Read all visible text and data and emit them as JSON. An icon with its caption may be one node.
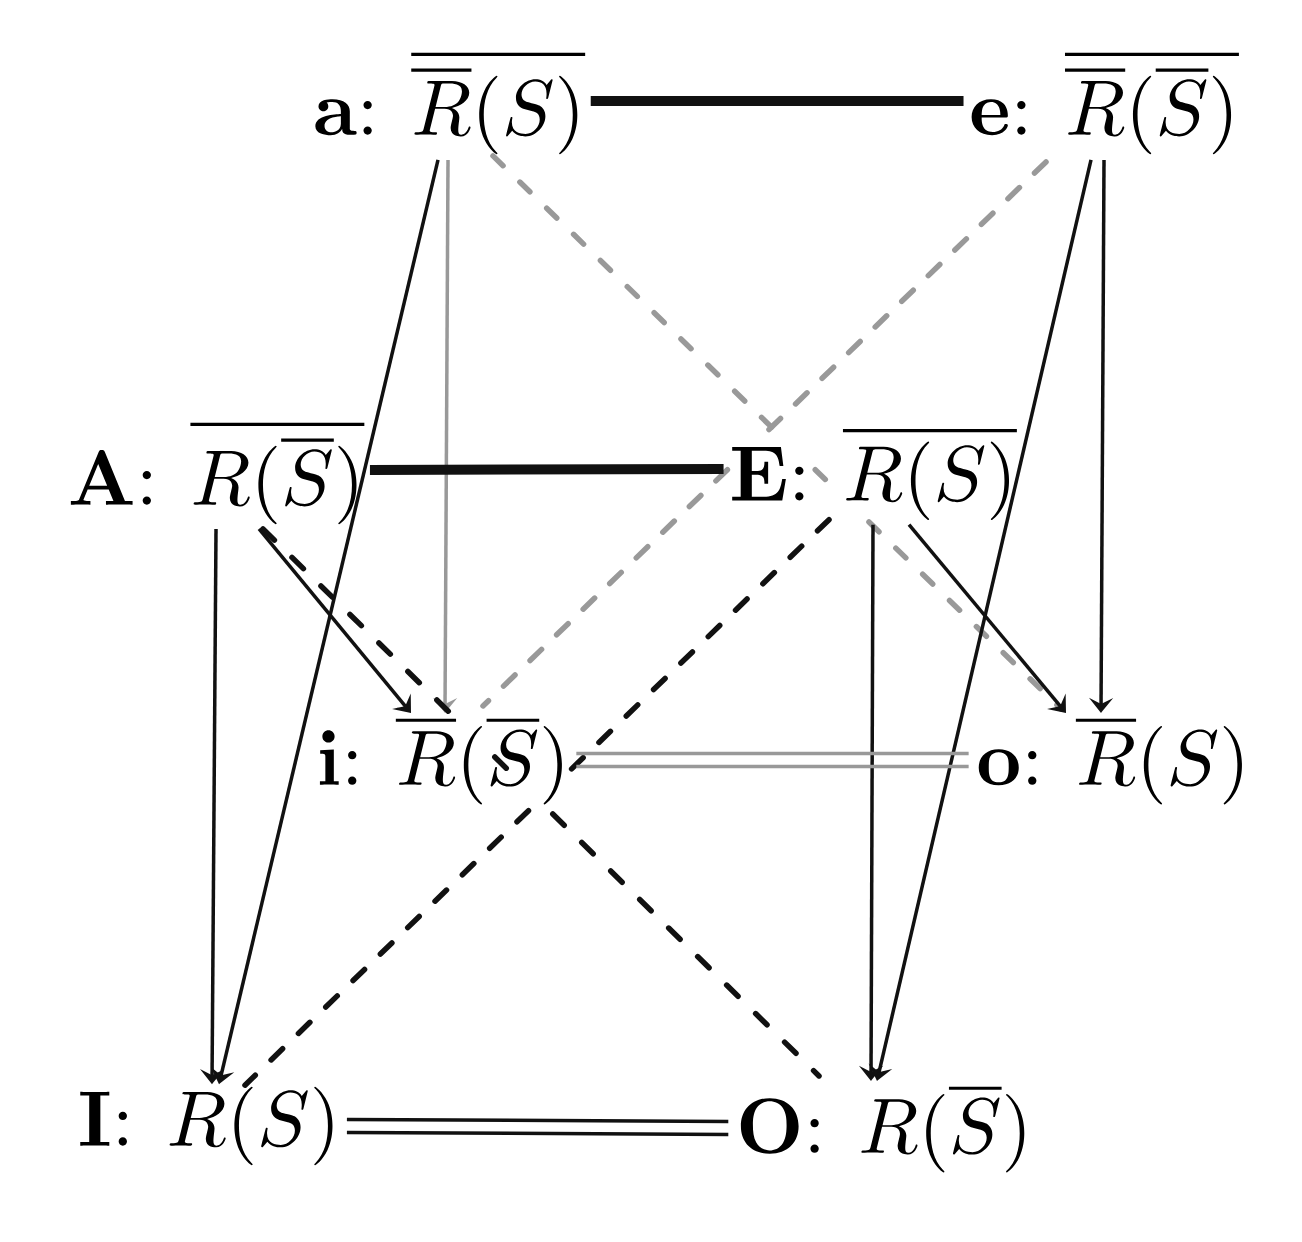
{
  "diagram": {
    "nodes": [
      {
        "text": [
          "\\mathbf{a}\\colon\\ \\overline{\\overline{R}(S)}"
        ]
      },
      {
        "text": [
          "\\mathbf{e}\\colon\\ \\overline{\\overline{R}(\\overline{S})}"
        ]
      },
      {
        "text": [
          "\\mathbf{A}\\colon\\ \\overline{R(\\overline{S})}"
        ]
      },
      {
        "text": [
          "\\mathbf{E}\\colon\\ \\overline{R(S)}"
        ]
      },
      {
        "text": [
          "\\mathbf{i}\\colon\\ \\overline{R}(\\overline{S})"
        ]
      },
      {
        "text": [
          "\\mathbf{o}\\colon\\ \\overline{R}(S)"
        ]
      },
      {
        "text": [
          "\\mathbf{I}\\colon\\ R(S)"
        ]
      },
      {
        "text": [
          "\\mathbf{O}\\colon\\ R(\\overline{S})"
        ]
      }
    ],
    "edges": [
      {
        "from": 0,
        "to": 1,
        "arrow": "none",
        "style": "thick"
      },
      {
        "from": 0,
        "to": 6,
        "arrow": "to"
      },
      {
        "from": 0,
        "to": 4,
        "arrow": "to",
        "color": "#999999"
      },
      {
        "from": 0,
        "to": 5,
        "arrow": "none",
        "style": "dashed",
        "color": "#999999"
      },
      {
        "from": 1,
        "to": 4,
        "arrow": "none",
        "style": "dashed",
        "color": "#999999"
      },
      {
        "from": 1,
        "to": 7,
        "arrow": "to"
      },
      {
        "from": 1,
        "to": 5,
        "arrow": "to"
      },
      {
        "from": 2,
        "to": 3,
        "arrow": "none",
        "style": "thick"
      },
      {
        "from": 2,
        "to": 6,
        "arrow": "to"
      },
      {
        "from": 2,
        "to": 4,
        "arrow": "to"
      },
      {
        "from": 2,
        "to": 7,
        "arrow": "none",
        "style": "dashed"
      },
      {
        "from": 3,
        "to": 6,
        "arrow": "none",
        "style": "dashed"
      },
      {
        "from": 3,
        "to": 7,
        "arrow": "to"
      },
      {
        "from": 3,
        "to": 5,
        "arrow": "to"
      },
      {
        "from": 4,
        "to": 5,
        "arrow": "none",
        "color": "#999999"
      },
      {
        "from": 6,
        "to": 7,
        "arrow": "none"
      }
    ]
  }
}
